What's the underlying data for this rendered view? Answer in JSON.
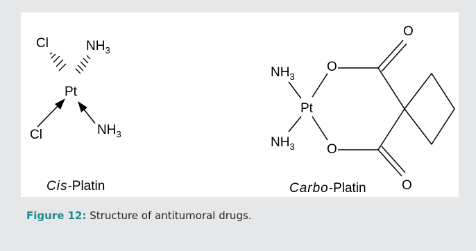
{
  "molecules": {
    "cisplatin": {
      "atoms": {
        "cl1": "Cl",
        "cl2": "Cl",
        "pt": "Pt",
        "nh3_1": "NH",
        "nh3_2": "NH",
        "sub": "3"
      },
      "label_italic": "Cis",
      "label_rest": "-Platin"
    },
    "carboplatin": {
      "atoms": {
        "nh3_1": "NH",
        "nh3_2": "NH",
        "sub": "3",
        "pt": "Pt",
        "o_ring_top": "O",
        "o_ring_bottom": "O",
        "o_carbonyl_top": "O",
        "o_carbonyl_bottom": "O"
      },
      "label_italic": "Carbo",
      "label_rest": "-Platin"
    }
  },
  "caption": {
    "number": "Figure 12:",
    "text": " Structure of antitumoral drugs."
  },
  "colors": {
    "background": "#e6e7e9",
    "panel": "#ffffff",
    "caption_accent": "#1f8a8a"
  }
}
